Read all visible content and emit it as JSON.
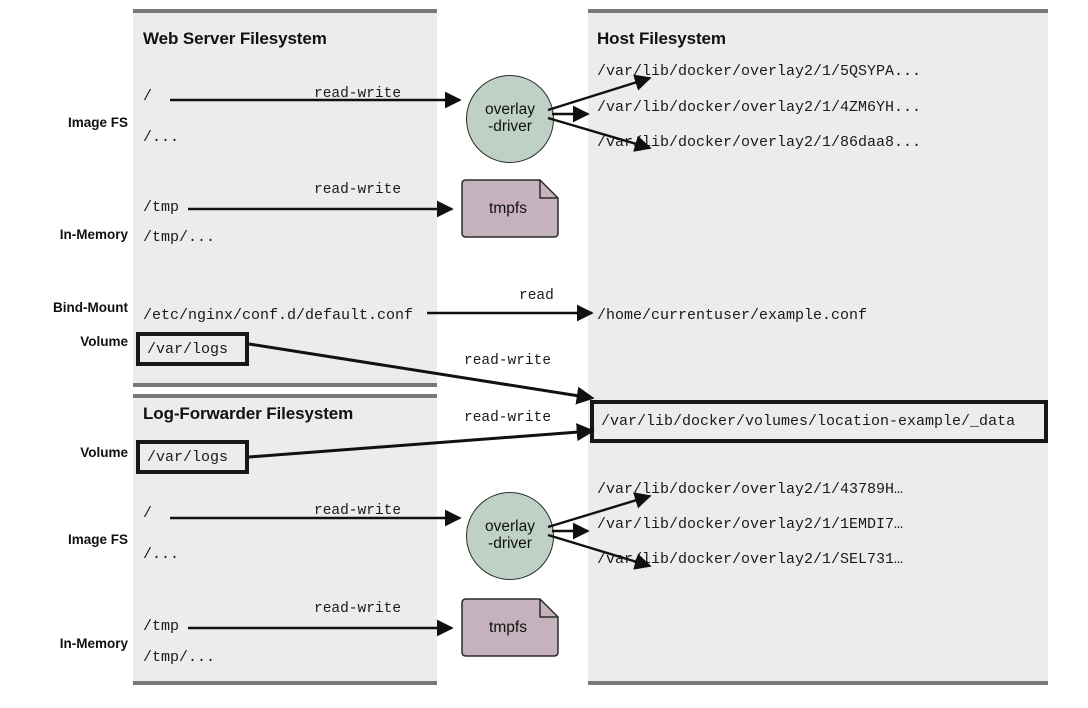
{
  "diagram": {
    "title": "Container filesystem mount types mapped to host filesystem",
    "colors": {
      "panel_background": "#ebecec",
      "panel_rule": "#77797a",
      "driver_node": "#bfd0c4",
      "tmpfs_node": "#c6b2bc",
      "stroke": "#171717",
      "text": "#1a1a1a"
    }
  },
  "panels": {
    "web_server": {
      "title": "Web Server Filesystem"
    },
    "log_forwarder": {
      "title": "Log-Forwarder Filesystem"
    },
    "host": {
      "title": "Host Filesystem"
    }
  },
  "row_labels": {
    "image_fs": "Image FS",
    "in_memory": "In-Memory",
    "bind_mount": "Bind-Mount",
    "volume": "Volume"
  },
  "web_server": {
    "image_fs": {
      "root": "/",
      "root_children": "/...",
      "edge_label": "read-write",
      "driver_line1": "overlay",
      "driver_line2": "-driver"
    },
    "in_memory": {
      "tmp": "/tmp",
      "tmp_children": "/tmp/...",
      "edge_label": "read-write",
      "node_label": "tmpfs"
    },
    "bind_mount": {
      "container_path": "/etc/nginx/conf.d/default.conf",
      "edge_label": "read"
    },
    "volume": {
      "container_path": "/var/logs",
      "edge_label": "read-write"
    }
  },
  "log_forwarder": {
    "volume": {
      "container_path": "/var/logs",
      "edge_label": "read-write"
    },
    "image_fs": {
      "root": "/",
      "root_children": "/...",
      "edge_label": "read-write",
      "driver_line1": "overlay",
      "driver_line2": "-driver"
    },
    "in_memory": {
      "tmp": "/tmp",
      "tmp_children": "/tmp/...",
      "edge_label": "read-write",
      "node_label": "tmpfs"
    }
  },
  "host": {
    "web_server_overlay_paths": [
      "/var/lib/docker/overlay2/1/5QSYPA...",
      "/var/lib/docker/overlay2/1/4ZM6YH...",
      "/var/lib/docker/overlay2/1/86daa8..."
    ],
    "bind_mount_path": "/home/currentuser/example.conf",
    "volume_path": "/var/lib/docker/volumes/location-example/_data",
    "log_forwarder_overlay_paths": [
      "/var/lib/docker/overlay2/1/43789H…",
      "/var/lib/docker/overlay2/1/1EMDI7…",
      "/var/lib/docker/overlay2/1/SEL731…"
    ]
  }
}
